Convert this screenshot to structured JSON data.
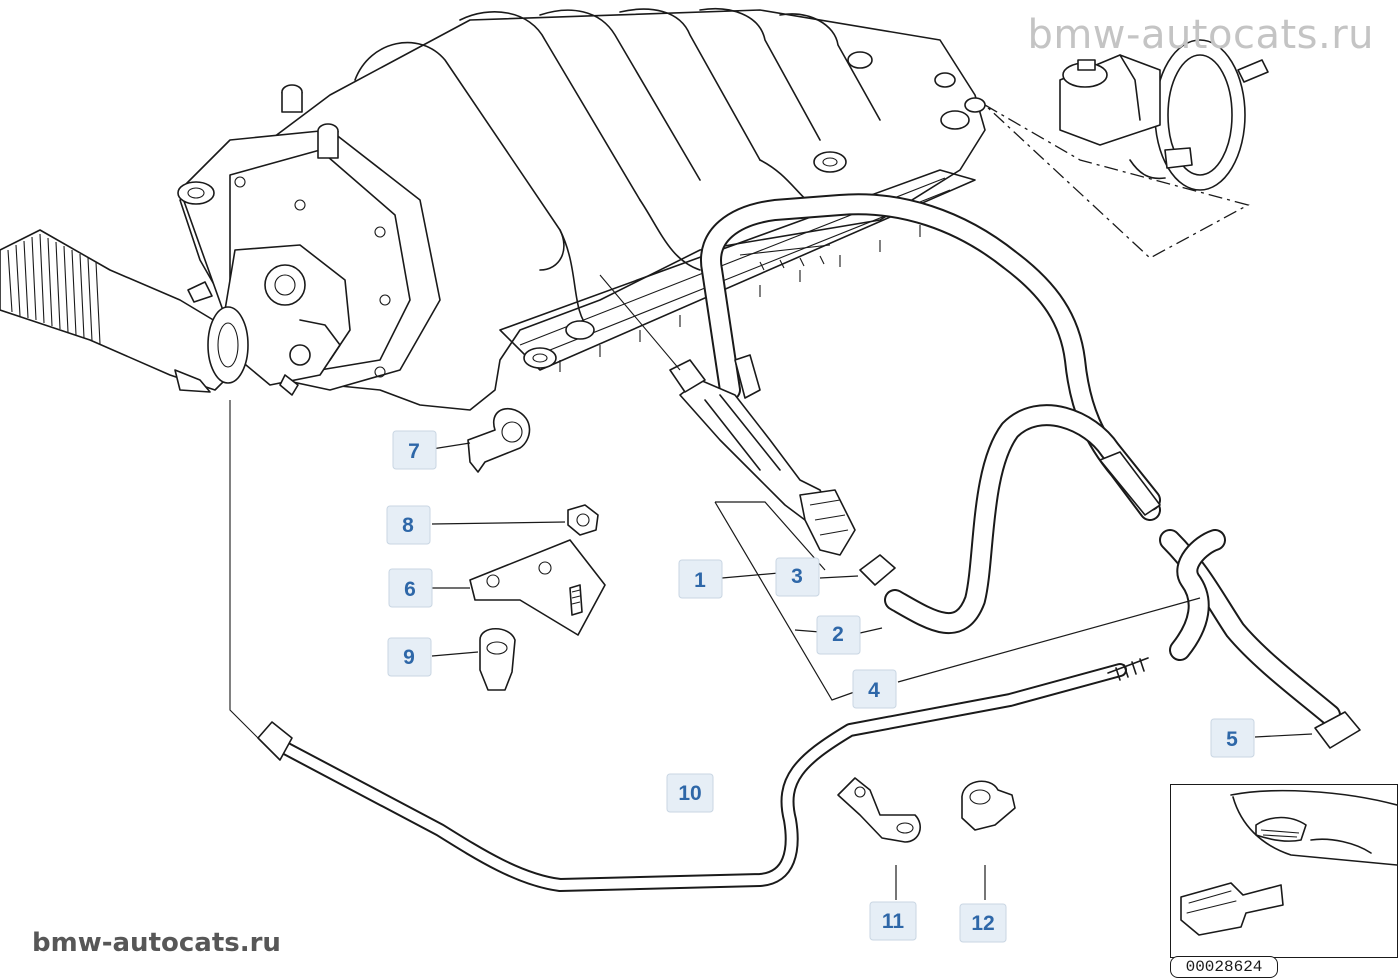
{
  "watermark_top": "bmw-autocats.ru",
  "watermark_bottom": "bmw-autocats.ru",
  "diagram_id": "00028624",
  "callouts": [
    {
      "label": "1"
    },
    {
      "label": "2"
    },
    {
      "label": "3"
    },
    {
      "label": "4"
    },
    {
      "label": "5"
    },
    {
      "label": "6"
    },
    {
      "label": "7"
    },
    {
      "label": "8"
    },
    {
      "label": "9"
    },
    {
      "label": "10"
    },
    {
      "label": "11"
    },
    {
      "label": "12"
    }
  ],
  "colors": {
    "callout_text": "#2e67a8",
    "callout_background": "#e6eef6",
    "line_art": "#1a1a1a",
    "watermark_top": "#c4c4c4",
    "watermark_bottom": "#575757"
  }
}
